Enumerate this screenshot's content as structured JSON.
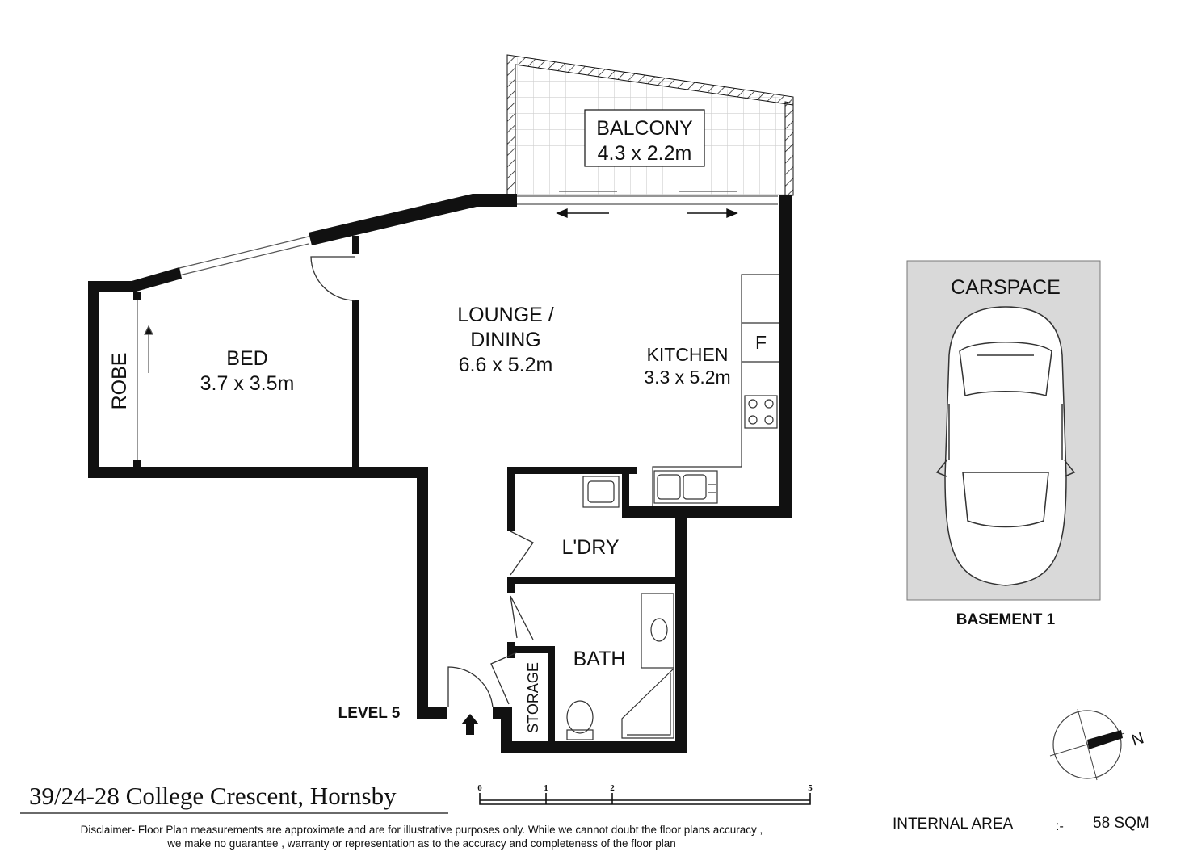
{
  "plan": {
    "address": "39/24-28 College Crescent, Hornsby",
    "level_label": "LEVEL 5",
    "basement_label": "BASEMENT 1",
    "disclaimer": [
      "Disclaimer- Floor Plan measurements are approximate and are for illustrative purposes only. While we cannot doubt the floor plans accuracy ,",
      "we make no guarantee , warranty or representation as to the accuracy and completeness of the floor plan"
    ],
    "internal_area": {
      "label": "INTERNAL AREA",
      "separator": ":-",
      "value": "58 SQM"
    },
    "north_label": "N",
    "scale_ticks": [
      "0",
      "1",
      "2",
      "5"
    ]
  },
  "rooms": {
    "balcony": {
      "name": "BALCONY",
      "size": "4.3 x 2.2m"
    },
    "lounge": {
      "name_line1": "LOUNGE /",
      "name_line2": "DINING",
      "size": "6.6 x 5.2m"
    },
    "kitchen": {
      "name": "KITCHEN",
      "size": "3.3 x 5.2m",
      "fridge": "F"
    },
    "bed": {
      "name": "BED",
      "size": "3.7 x 3.5m"
    },
    "robe": {
      "name": "ROBE"
    },
    "laundry": {
      "name": "L'DRY"
    },
    "bath": {
      "name": "BATH"
    },
    "storage": {
      "name": "STORAGE"
    },
    "carspace": {
      "name": "CARSPACE"
    }
  },
  "colors": {
    "wall": "#111111",
    "carspace_bg": "#d9d9d9",
    "balcony_tile": "#c8c8c8"
  }
}
